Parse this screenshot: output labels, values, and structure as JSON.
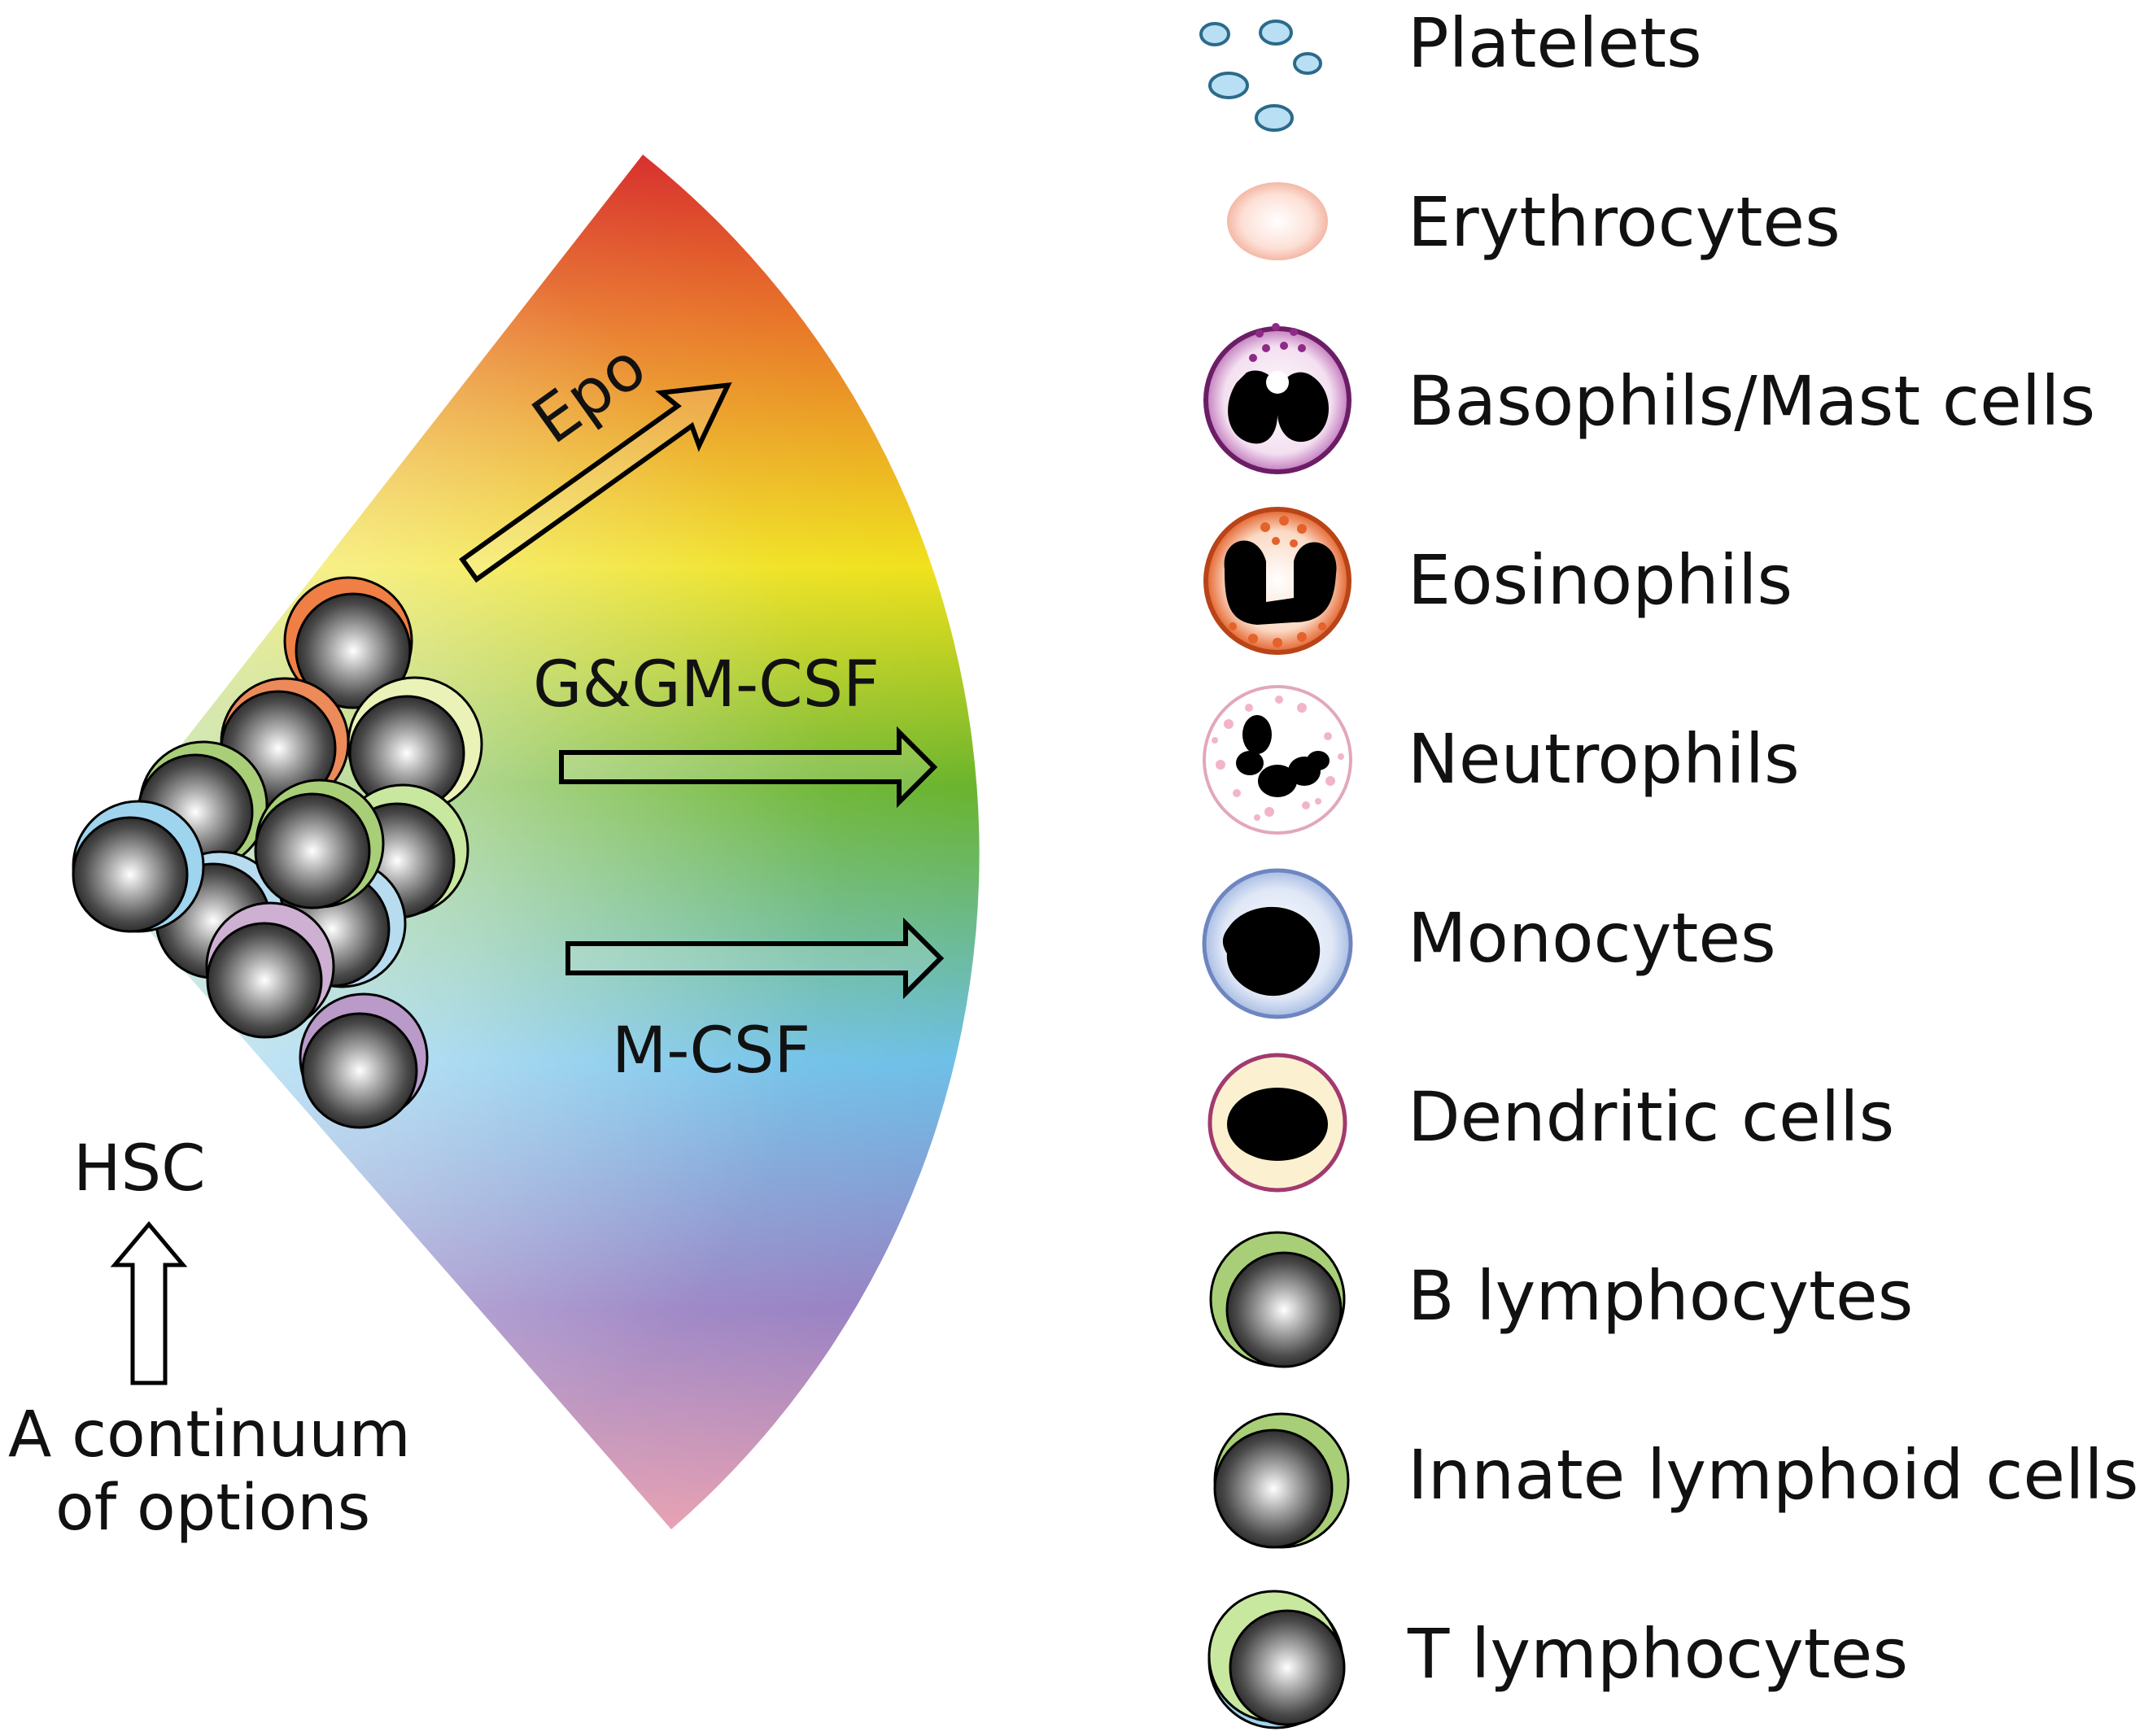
{
  "factors": {
    "epo": "Epo",
    "g_gm_csf": "G&GM-CSF",
    "m_csf": "M-CSF"
  },
  "hsc": {
    "label": "HSC",
    "caption_line1": "A continuum",
    "caption_line2": "of options"
  },
  "legend": [
    {
      "key": "platelets",
      "label": "Platelets"
    },
    {
      "key": "erythrocytes",
      "label": "Erythrocytes"
    },
    {
      "key": "basophils",
      "label": "Basophils/Mast cells"
    },
    {
      "key": "eosinophils",
      "label": "Eosinophils"
    },
    {
      "key": "neutrophils",
      "label": "Neutrophils"
    },
    {
      "key": "monocytes",
      "label": "Monocytes"
    },
    {
      "key": "dendritic",
      "label": "Dendritic cells"
    },
    {
      "key": "b_lymph",
      "label": "B lymphocytes"
    },
    {
      "key": "ilc",
      "label": "Innate lymphoid cells"
    },
    {
      "key": "t_lymph",
      "label": "T lymphocytes"
    }
  ],
  "colors": {
    "red": "#d8312f",
    "orange": "#e8762a",
    "yellow": "#f0e21e",
    "green": "#6ab42e",
    "blue": "#6ec0e8",
    "purple": "#9a83c4",
    "pink": "#e8a3b3",
    "basophil": "#8e2a86",
    "eosinophil": "#e4622b",
    "neutrophil_granule": "#f2b5c8",
    "monocyte": "#8ca6d8",
    "dendritic_ring": "#a23a6f",
    "dendritic_fill": "#fbf1d0",
    "lymph_green": "#a8cf78",
    "lymph_blue": "#9fd4ef"
  }
}
